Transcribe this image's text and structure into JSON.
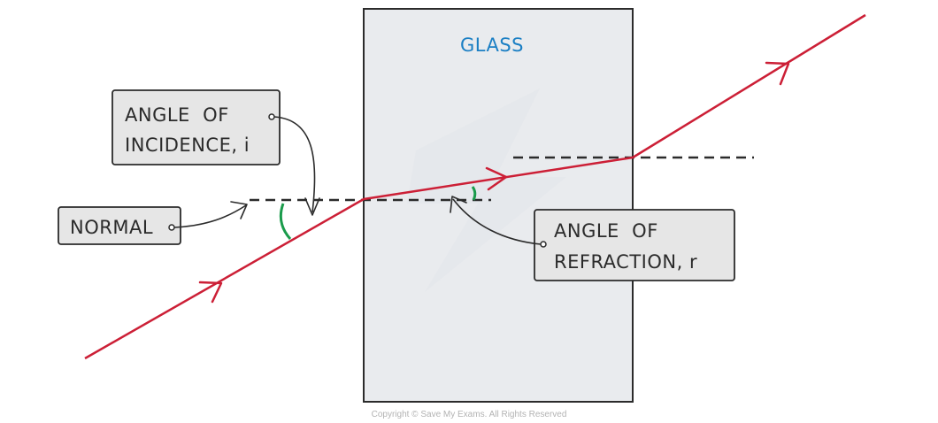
{
  "glass_label": "GLASS",
  "labels": {
    "incidence": [
      "ANGLE  OF",
      "INCIDENCE, i"
    ],
    "normal": "NORMAL",
    "refraction": [
      "ANGLE  OF",
      "REFRACTION, r"
    ]
  },
  "copyright": "Copyright © Save My Exams. All Rights Reserved",
  "colors": {
    "ray": "#cc1f36",
    "angle_arc": "#1a9b4b",
    "glass_fill": "#e9ebee",
    "glass_stroke": "#2b2b2b",
    "label_fill": "#e6e6e6",
    "glass_text": "#1b7fc4",
    "normal_line": "#2b2b2b"
  }
}
